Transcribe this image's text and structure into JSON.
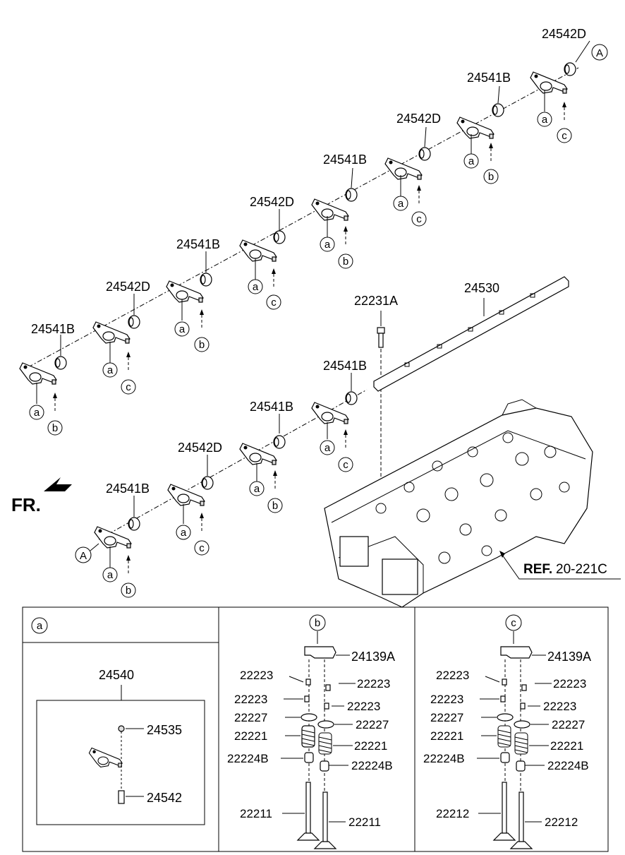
{
  "front_label": "FR.",
  "ref_label": {
    "bold": "REF.",
    "value": "20-221C"
  },
  "upper_shaft": {
    "parts": [
      "24542D",
      "24541B",
      "24542D",
      "24541B",
      "24542D",
      "24541B",
      "24542D",
      "24541B"
    ],
    "callouts": [
      "A",
      "a",
      "c",
      "a",
      "b",
      "a",
      "c",
      "a",
      "b",
      "a",
      "c",
      "a",
      "b",
      "a",
      "c",
      "a",
      "b"
    ]
  },
  "lower_shaft": {
    "parts": [
      "24541B",
      "24541B",
      "24542D",
      "24541B"
    ],
    "callouts": [
      "a",
      "c",
      "a",
      "b",
      "a",
      "c",
      "a",
      "b",
      "A"
    ]
  },
  "center_parts": {
    "bolt": "22231A",
    "rail": "24530"
  },
  "panel_a": {
    "key": "a",
    "assembly": "24540",
    "parts": [
      "24535",
      "24542"
    ]
  },
  "panel_b": {
    "key": "b",
    "parts": [
      "24139A",
      "22223",
      "22223",
      "22223",
      "22223",
      "22227",
      "22227",
      "22221",
      "22221",
      "22224B",
      "22224B",
      "22211",
      "22211"
    ]
  },
  "panel_c": {
    "key": "c",
    "parts": [
      "24139A",
      "22223",
      "22223",
      "22223",
      "22223",
      "22227",
      "22227",
      "22221",
      "22221",
      "22224B",
      "22224B",
      "22212",
      "22212"
    ]
  }
}
